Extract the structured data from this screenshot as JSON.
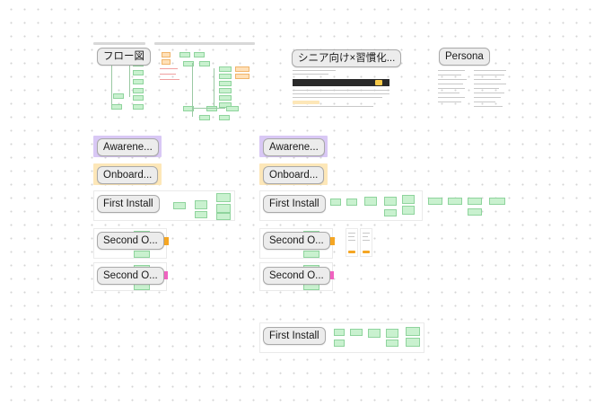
{
  "canvas": {
    "background": "#ffffff",
    "grid_dot_color": "#d4d4d4"
  },
  "frames": {
    "flow_chart": {
      "label": "フロー図"
    },
    "senior_habit": {
      "label": "シニア向け×習慣化..."
    },
    "persona": {
      "label": "Persona"
    },
    "awareness_left": {
      "label": "Awarene..."
    },
    "onboarding_left": {
      "label": "Onboard..."
    },
    "first_install_left": {
      "label": "First Install"
    },
    "second_open_left_1": {
      "label": "Second O..."
    },
    "second_open_left_2": {
      "label": "Second O..."
    },
    "awareness_right": {
      "label": "Awarene..."
    },
    "onboarding_right": {
      "label": "Onboard..."
    },
    "first_install_right": {
      "label": "First Install"
    },
    "second_open_right_1": {
      "label": "Second O..."
    },
    "second_open_right_2": {
      "label": "Second O..."
    },
    "first_install_bottom": {
      "label": "First Install"
    }
  },
  "colors": {
    "awareness_band": "#d9c8f5",
    "onboarding_band": "#fde7b8",
    "screen_green": "#c9f1cf",
    "handle_orange": "#f5a623",
    "handle_pink": "#f062c0"
  }
}
